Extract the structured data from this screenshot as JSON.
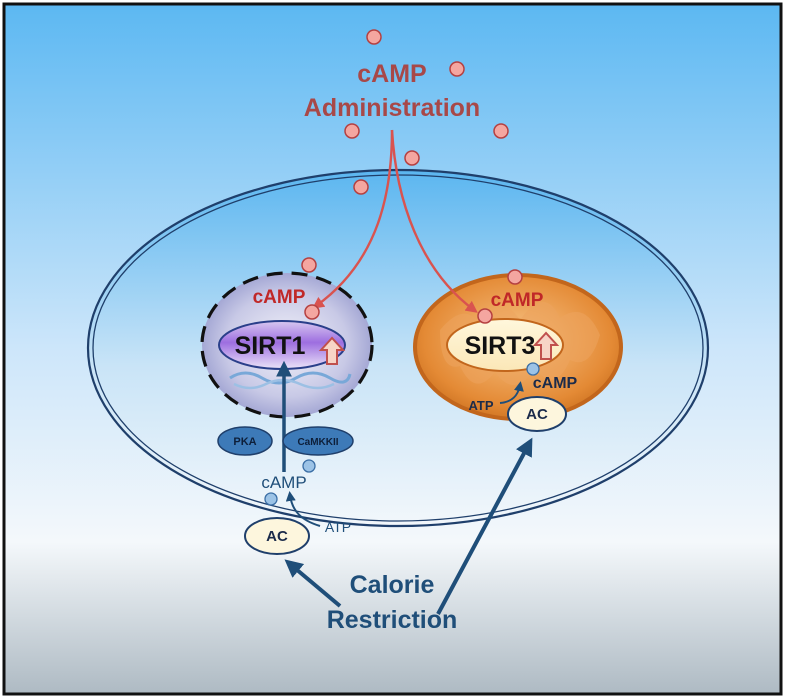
{
  "admin": {
    "line1": "cAMP",
    "line2": "Administration"
  },
  "nucleus": {
    "camp": "cAMP",
    "sirt": "SIRT1"
  },
  "mito": {
    "camp": "cAMP",
    "sirt": "SIRT3",
    "ac": "AC",
    "atp": "ATP",
    "camp_product": "cAMP"
  },
  "cytoplasm": {
    "pka": "PKA",
    "camkk": "CaMKKII",
    "camp": "cAMP"
  },
  "membrane": {
    "ac": "AC",
    "atp": "ATP"
  },
  "calorie": {
    "line1": "Calorie",
    "line2": "Restriction"
  },
  "colors": {
    "red": "#c0504d",
    "red_text": "#b33434",
    "admin_text": "#a84848",
    "blue": "#1f4e79",
    "dot_red": "#f4a6a0",
    "dot_blue": "#9cc3e6"
  }
}
